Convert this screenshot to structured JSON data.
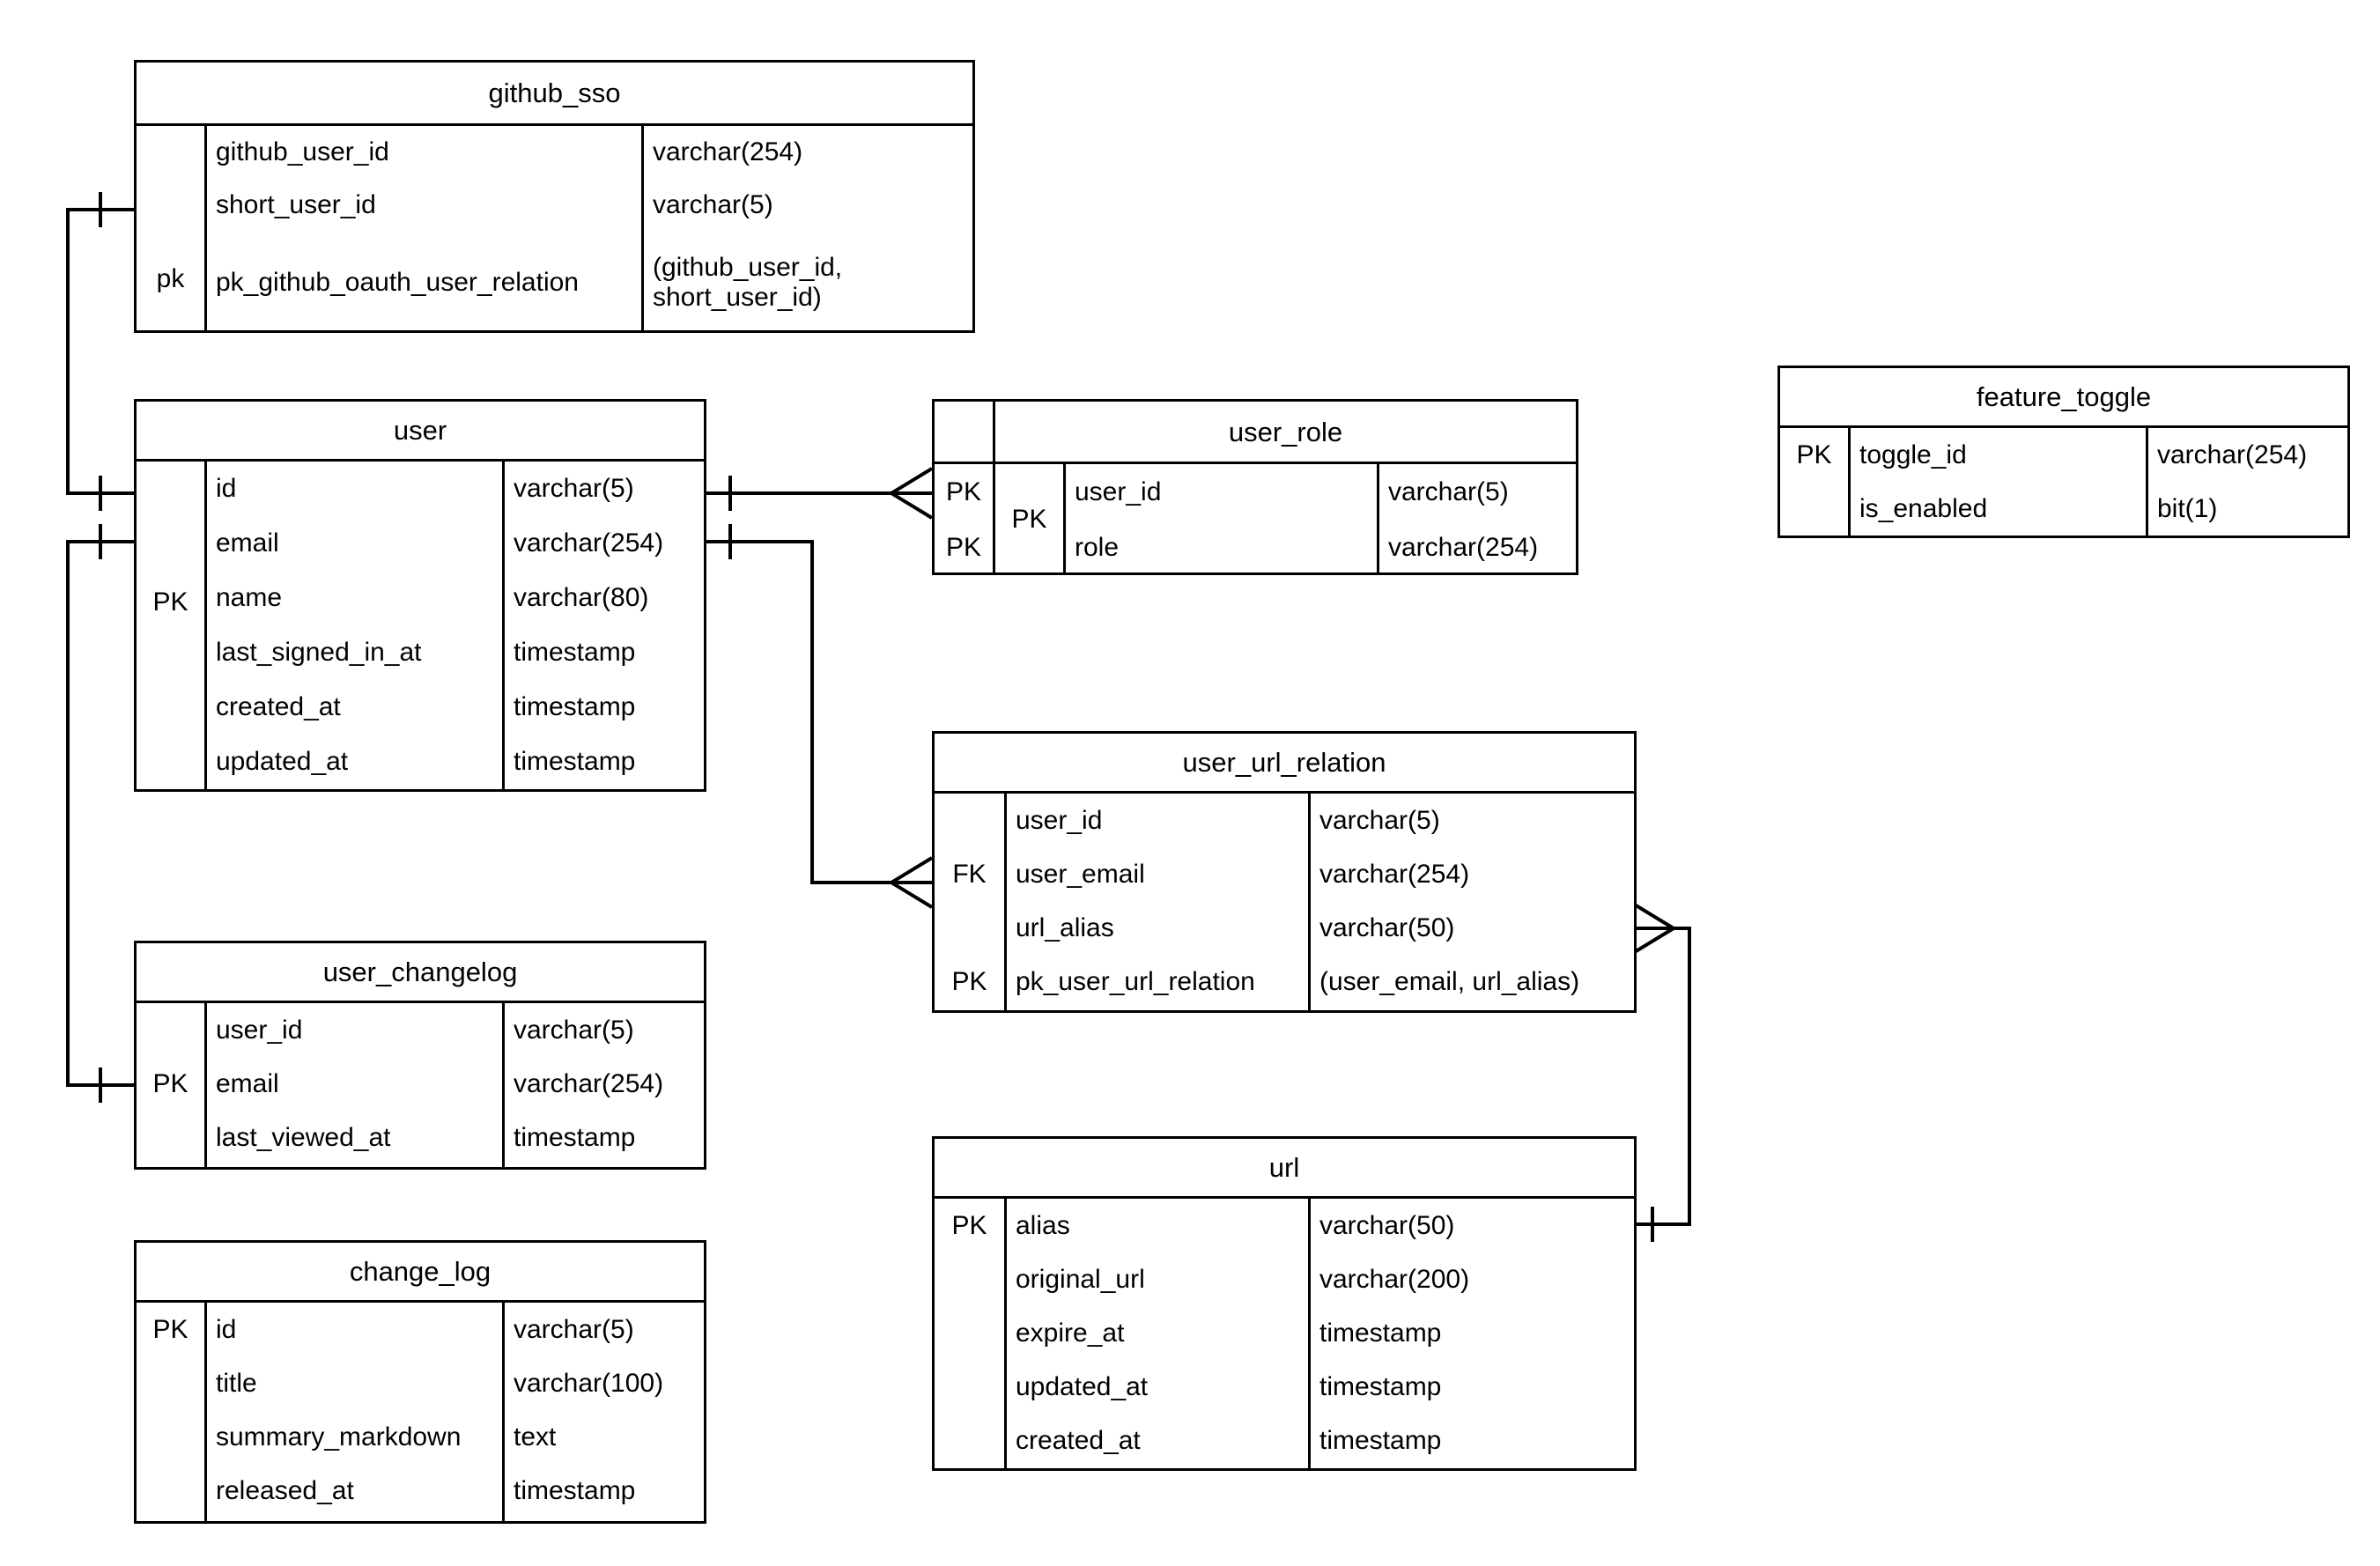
{
  "diagram": {
    "type": "entity-relationship-diagram",
    "notation": "crow's foot",
    "background_color": "#ffffff",
    "line_color": "#000000",
    "text_color": "#000000"
  },
  "entities": [
    {
      "id": "github_sso",
      "name": "github_sso",
      "key_column_style": "lowercase",
      "rows": [
        {
          "key": "",
          "field": "github_user_id",
          "type": "varchar(254)"
        },
        {
          "key": "",
          "field": "short_user_id",
          "type": "varchar(5)"
        },
        {
          "key": "pk",
          "field": "pk_github_oauth_user_relation",
          "type": "(github_user_id,\nshort_user_id)"
        }
      ]
    },
    {
      "id": "user",
      "name": "user",
      "key_span_label": "PK",
      "rows": [
        {
          "field": "id",
          "type": "varchar(5)"
        },
        {
          "field": "email",
          "type": "varchar(254)"
        },
        {
          "field": "name",
          "type": "varchar(80)"
        },
        {
          "field": "last_signed_in_at",
          "type": "timestamp"
        },
        {
          "field": "created_at",
          "type": "timestamp"
        },
        {
          "field": "updated_at",
          "type": "timestamp"
        }
      ]
    },
    {
      "id": "user_role",
      "name": "user_role",
      "second_key_label": "PK",
      "rows": [
        {
          "key": "PK",
          "field": "user_id",
          "type": "varchar(5)"
        },
        {
          "key": "PK",
          "field": "role",
          "type": "varchar(254)"
        }
      ]
    },
    {
      "id": "feature_toggle",
      "name": "feature_toggle",
      "key_span_label": "PK",
      "rows": [
        {
          "field": "toggle_id",
          "type": "varchar(254)"
        },
        {
          "field": "is_enabled",
          "type": "bit(1)"
        }
      ]
    },
    {
      "id": "user_url_relation",
      "name": "user_url_relation",
      "rows": [
        {
          "key": "",
          "field": "user_id",
          "type": "varchar(5)"
        },
        {
          "key": "FK",
          "field": "user_email",
          "type": "varchar(254)"
        },
        {
          "key": "",
          "field": "url_alias",
          "type": "varchar(50)"
        },
        {
          "key": "PK",
          "field": "pk_user_url_relation",
          "type": "(user_email, url_alias)"
        }
      ]
    },
    {
      "id": "user_changelog",
      "name": "user_changelog",
      "key_span_label": "PK",
      "rows": [
        {
          "field": "user_id",
          "type": "varchar(5)"
        },
        {
          "field": "email",
          "type": "varchar(254)"
        },
        {
          "field": "last_viewed_at",
          "type": "timestamp"
        }
      ]
    },
    {
      "id": "change_log",
      "name": "change_log",
      "key_span_label": "PK",
      "rows": [
        {
          "field": "id",
          "type": "varchar(5)"
        },
        {
          "field": "title",
          "type": "varchar(100)"
        },
        {
          "field": "summary_markdown",
          "type": "text"
        },
        {
          "field": "released_at",
          "type": "timestamp"
        }
      ]
    },
    {
      "id": "url",
      "name": "url",
      "key_span_label": "PK",
      "rows": [
        {
          "field": "alias",
          "type": "varchar(50)"
        },
        {
          "field": "original_url",
          "type": "varchar(200)"
        },
        {
          "field": "expire_at",
          "type": "timestamp"
        },
        {
          "field": "updated_at",
          "type": "timestamp"
        },
        {
          "field": "created_at",
          "type": "timestamp"
        }
      ]
    }
  ],
  "relationships": [
    {
      "id": "github_sso-user",
      "from": "github_sso",
      "from_field": "short_user_id",
      "to": "user",
      "to_field": "id",
      "from_cardinality": "one",
      "to_cardinality": "one"
    },
    {
      "id": "user-user_changelog",
      "from": "user",
      "from_field": "email",
      "to": "user_changelog",
      "to_field": "email",
      "from_cardinality": "one",
      "to_cardinality": "one"
    },
    {
      "id": "user-user_role",
      "from": "user",
      "from_field": "id",
      "to": "user_role",
      "to_field": "user_id",
      "from_cardinality": "one",
      "to_cardinality": "many"
    },
    {
      "id": "user-user_url_relation",
      "from": "user",
      "from_field": "email",
      "to": "user_url_relation",
      "to_field": "user_email",
      "from_cardinality": "one",
      "to_cardinality": "many"
    },
    {
      "id": "user_url_relation-url",
      "from": "user_url_relation",
      "from_field": "url_alias",
      "to": "url",
      "to_field": "alias",
      "from_cardinality": "many",
      "to_cardinality": "one"
    }
  ]
}
